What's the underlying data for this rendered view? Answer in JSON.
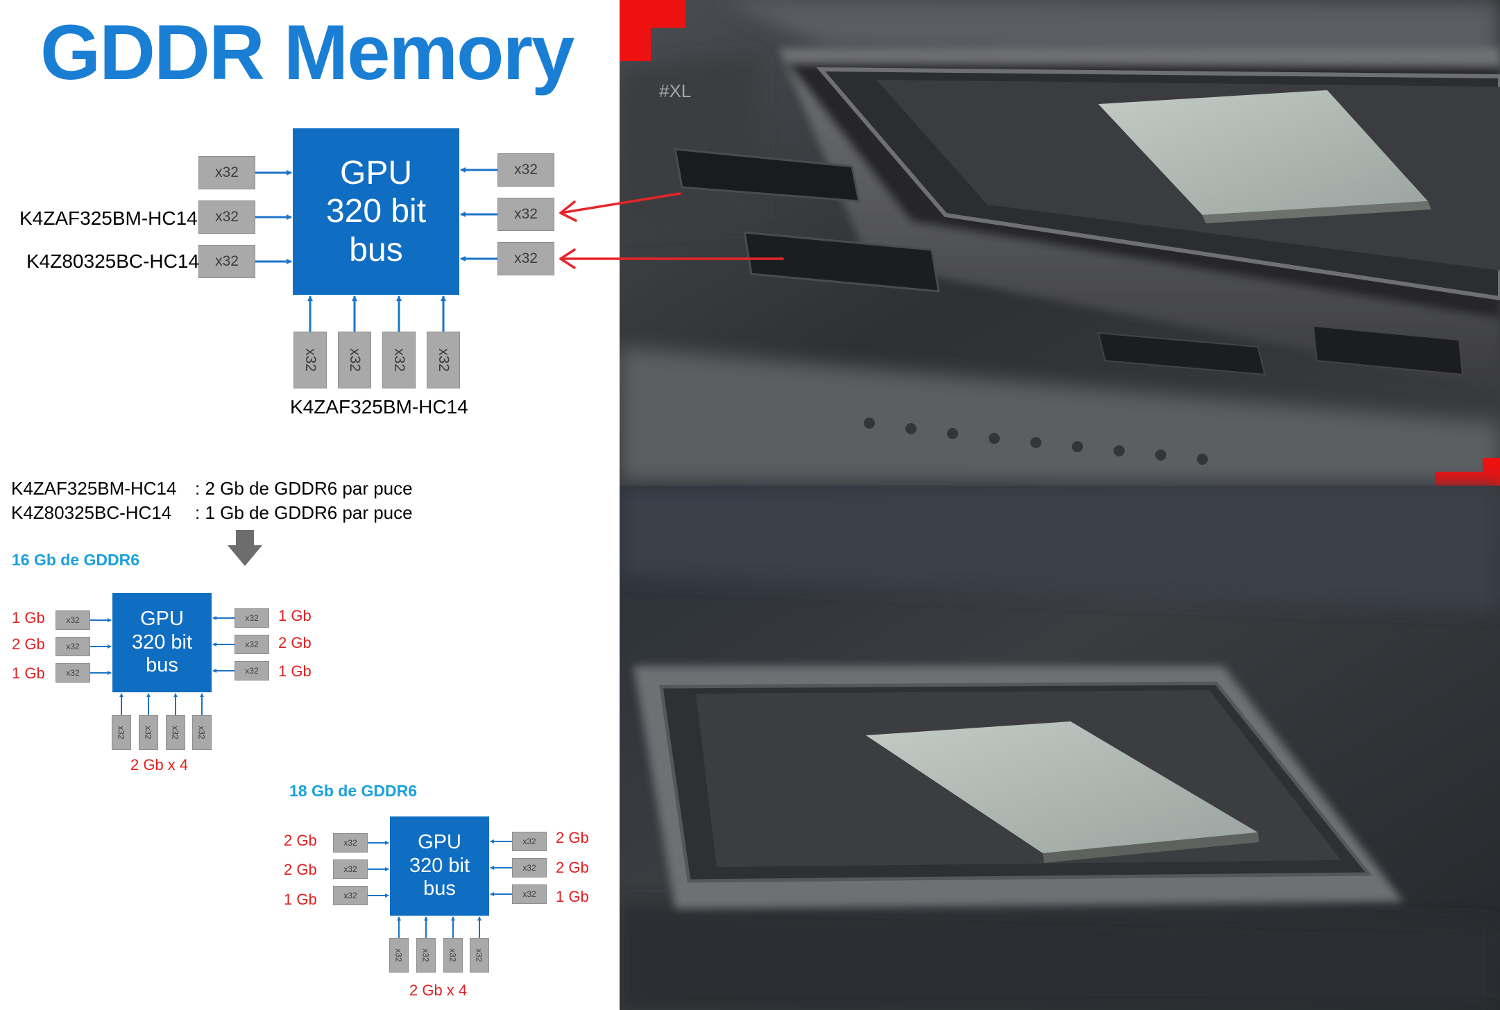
{
  "title": "GDDR Memory",
  "top_diagram": {
    "gpu_lines": [
      "GPU",
      "320 bit",
      "bus"
    ],
    "chip_label": "x32",
    "left_labels": [
      "K4ZAF325BM-HC14",
      "K4Z80325BC-HC14"
    ],
    "bottom_label": "K4ZAF325BM-HC14"
  },
  "specs": [
    {
      "part": "K4ZAF325BM-HC14",
      "desc": ": 2 Gb de GDDR6 par puce"
    },
    {
      "part": "K4Z80325BC-HC14",
      "desc": ": 1 Gb de GDDR6 par puce"
    }
  ],
  "config_16": {
    "heading": "16 Gb de GDDR6",
    "gpu_lines": [
      "GPU",
      "320 bit",
      "bus"
    ],
    "chip_label": "x32",
    "left": [
      "1 Gb",
      "2 Gb",
      "1 Gb"
    ],
    "right": [
      "1 Gb",
      "2 Gb",
      "1 Gb"
    ],
    "bottom": "2 Gb x 4"
  },
  "config_18": {
    "heading": "18 Gb de GDDR6",
    "gpu_lines": [
      "GPU",
      "320 bit",
      "bus"
    ],
    "chip_label": "x32",
    "left": [
      "2 Gb",
      "2 Gb",
      "1 Gb"
    ],
    "right": [
      "2 Gb",
      "2 Gb",
      "1 Gb"
    ],
    "bottom": "2 Gb x 4"
  },
  "photo": {
    "watermark": "#XL"
  },
  "colors": {
    "accent_blue": "#0f6dc2",
    "title_blue": "#1a7fd4",
    "label_red": "#e02020",
    "heading_cyan": "#1aa0dd",
    "chip_gray": "#a9a9a9"
  }
}
